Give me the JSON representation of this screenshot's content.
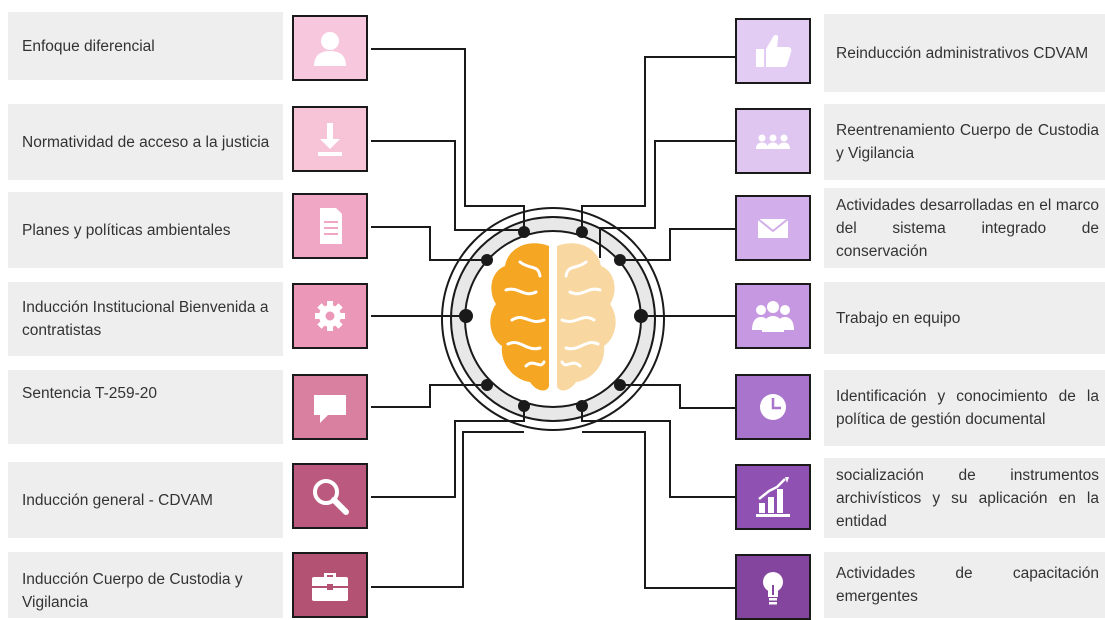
{
  "left_items": [
    {
      "text": "Enfoque diferencial",
      "icon": "user-icon",
      "color": "#f7c7dd"
    },
    {
      "text": "Normatividad de acceso a la justicia",
      "icon": "download-icon",
      "color": "#f6c3d7"
    },
    {
      "text": "Planes y políticas ambientales",
      "icon": "document-icon",
      "color": "#f0a7c6"
    },
    {
      "text": "Inducción Institucional Bienvenida a contratistas",
      "icon": "gear-icon",
      "color": "#eb97b7"
    },
    {
      "text": "Sentencia T-259-20",
      "icon": "chat-icon",
      "color": "#d97f9f"
    },
    {
      "text": "Inducción general - CDVAM",
      "icon": "search-icon",
      "color": "#bb5a7e"
    },
    {
      "text": "Inducción Cuerpo de Custodia y Vigilancia",
      "icon": "briefcase-icon",
      "color": "#b45274"
    }
  ],
  "right_items": [
    {
      "text": "Reinducción administrativos CDVAM",
      "icon": "thumbs-up-icon",
      "color": "#e2ccf4"
    },
    {
      "text": "Reentrenamiento Cuerpo de Custodia y Vigilancia",
      "icon": "group-icon",
      "color": "#dfc6f0"
    },
    {
      "text": "Actividades desarrolladas en el marco del sistema integrado de conservación",
      "icon": "envelope-icon",
      "color": "#d2aeea"
    },
    {
      "text": "Trabajo en equipo",
      "icon": "team-icon",
      "color": "#c798e2"
    },
    {
      "text": "Identificación y conocimiento de la política de gestión documental",
      "icon": "clock-icon",
      "color": "#a874cc"
    },
    {
      "text": "socialización de instrumentos archivísticos y su aplicación en la entidad",
      "icon": "bar-chart-icon",
      "color": "#8f52b2"
    },
    {
      "text": "Actividades de capacitación emergentes",
      "icon": "lightbulb-icon",
      "color": "#83459d"
    }
  ],
  "hub": {
    "icon": "brain-icon",
    "left_color": "#f5a623",
    "right_color": "#f9d7a0"
  }
}
